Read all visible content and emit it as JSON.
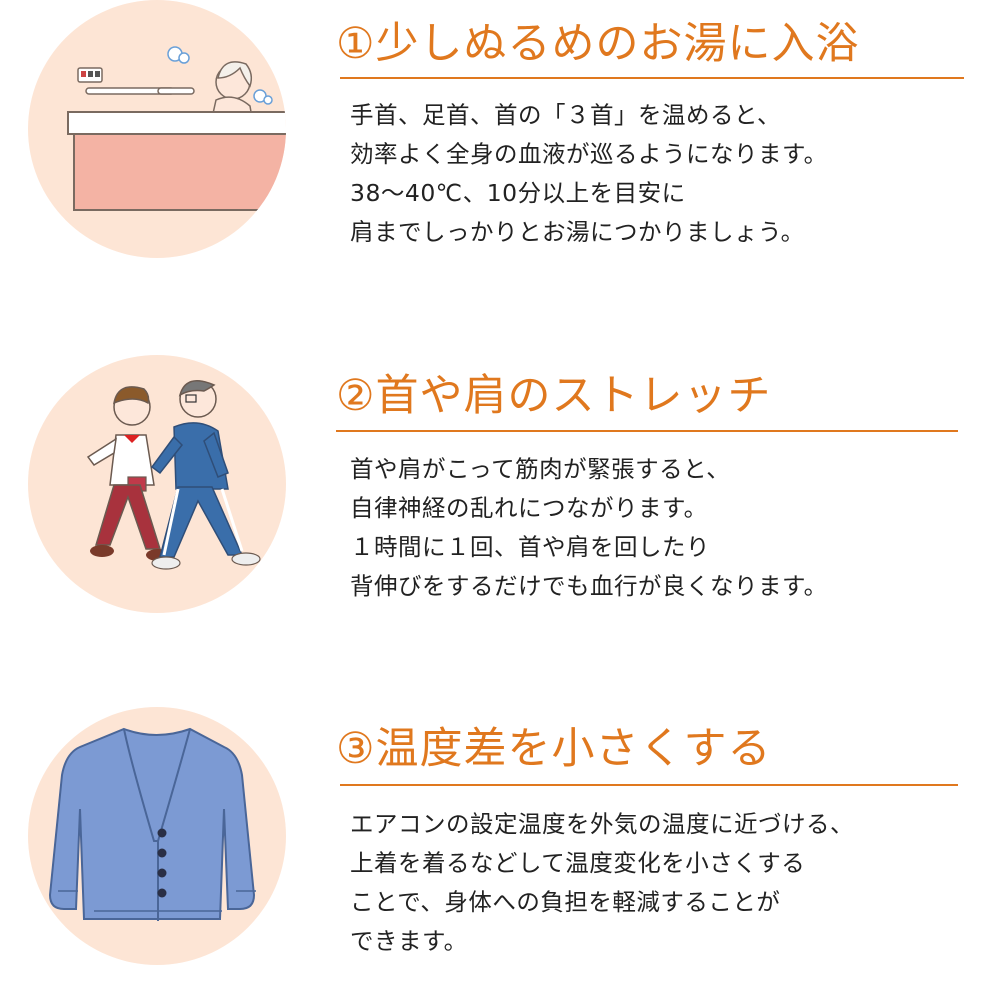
{
  "sections": [
    {
      "title": "①少しぬるめのお湯に入浴",
      "lines": [
        "手首、足首、首の「３首」を温めると、",
        "効率よく全身の血液が巡るようになります。",
        "38〜40℃、10分以上を目安に",
        "肩までしっかりとお湯につかりましょう。"
      ]
    },
    {
      "title": "②首や肩のストレッチ",
      "lines": [
        "首や肩がこって筋肉が緊張すると、",
        "自律神経の乱れにつながります。",
        "１時間に１回、首や肩を回したり",
        "背伸びをするだけでも血行が良くなります。"
      ]
    },
    {
      "title": "③温度差を小さくする",
      "lines": [
        "エアコンの設定温度を外気の温度に近づける、",
        "上着を着るなどして温度変化を小さくする",
        "ことで、身体への負担を軽減することが",
        "できます。"
      ]
    }
  ],
  "colors": {
    "accent": "#e0781e",
    "circle_bg": "#fde5d5",
    "text": "#222222",
    "bathtub": "#f4b3a4",
    "cardigan": "#7c9ad3"
  },
  "icons": [
    "bath-illustration",
    "walking-couple-illustration",
    "cardigan-illustration"
  ]
}
